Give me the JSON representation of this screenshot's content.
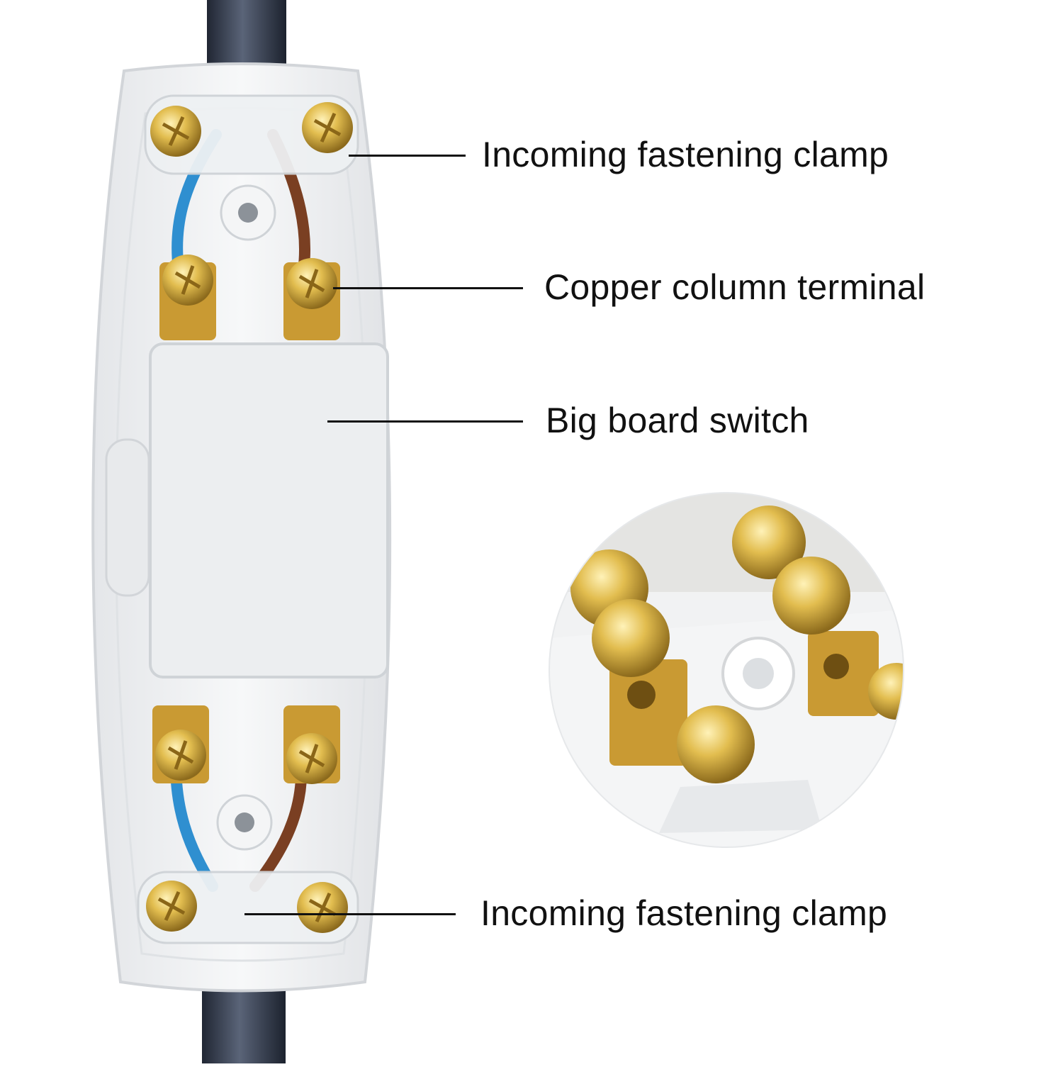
{
  "callouts": [
    {
      "id": "top-clamp",
      "label": "Incoming fastening clamp"
    },
    {
      "id": "terminal",
      "label": "Copper column terminal"
    },
    {
      "id": "switch",
      "label": "Big board switch"
    },
    {
      "id": "bottom-clamp",
      "label": "Incoming fastening clamp"
    }
  ],
  "colors": {
    "background": "#ffffff",
    "housing": "#f2f3f4",
    "housing_edge": "#d6d8db",
    "cable": "#3b4252",
    "wire_blue": "#2f8fd0",
    "wire_brown": "#7a3f22",
    "brass": "#d9b54a",
    "label_text": "#111111"
  }
}
